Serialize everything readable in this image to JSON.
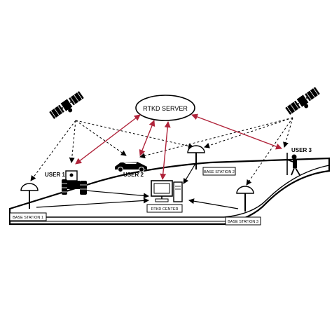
{
  "server": {
    "label": "RTKD SERVER"
  },
  "center": {
    "label": "RTKD CENTER"
  },
  "users": [
    {
      "label": "USER 1"
    },
    {
      "label": "USER 2"
    },
    {
      "label": "USER 3"
    }
  ],
  "base_stations": [
    {
      "label": "BASE STATION 1"
    },
    {
      "label": "BASE STATION 2"
    },
    {
      "label": "BASE STATION 3"
    }
  ],
  "colors": {
    "accent": "#b0233a",
    "ink": "#000000"
  }
}
